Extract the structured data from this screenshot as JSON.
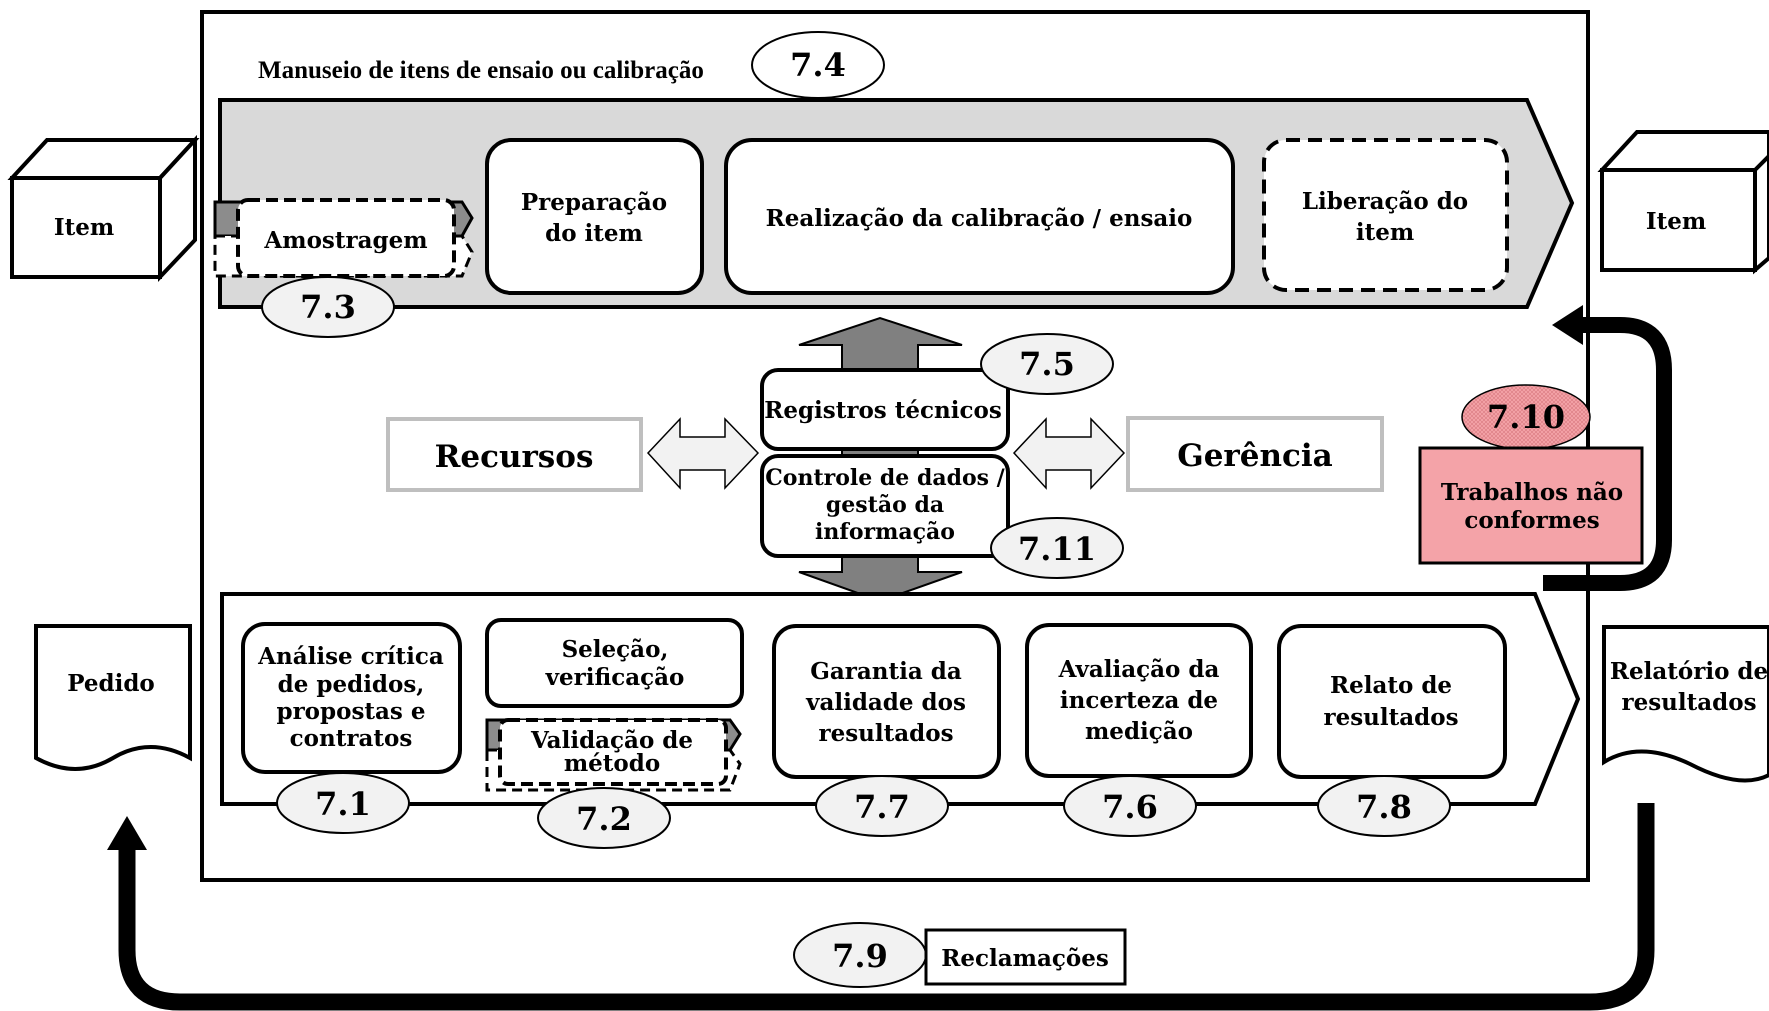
{
  "header": {
    "label": "Manuseio de itens de ensaio ou calibração",
    "badge": "7.4"
  },
  "io": {
    "item_in": "Item",
    "item_out": "Item",
    "pedido": "Pedido",
    "relatorio": [
      "Relatório de",
      "resultados"
    ]
  },
  "top_process": {
    "amostragem": {
      "label": "Amostragem",
      "badge": "7.3"
    },
    "preparacao": [
      "Preparação",
      "do item"
    ],
    "realizacao": "Realização da calibração / ensaio",
    "liberacao": [
      "Liberação do",
      "item"
    ]
  },
  "center": {
    "registros": {
      "label": "Registros técnicos",
      "badge": "7.5"
    },
    "controle": {
      "lines": [
        "Controle de dados /",
        "gestão da",
        "informação"
      ],
      "badge": "7.11"
    },
    "recursos": "Recursos",
    "gerencia": "Gerência"
  },
  "nonconforming": {
    "badge": "7.10",
    "lines": [
      "Trabalhos não",
      "conformes"
    ],
    "color": "#f4a3a8"
  },
  "bottom_process": {
    "analise": {
      "lines": [
        "Análise crítica",
        "de pedidos,",
        "propostas e",
        "contratos"
      ],
      "badge": "7.1"
    },
    "selecao": {
      "lines": [
        "Seleção,",
        "verificação"
      ]
    },
    "validacao": {
      "lines": [
        "Validação de",
        "método"
      ],
      "badge": "7.2"
    },
    "garantia": {
      "lines": [
        "Garantia da",
        "validade dos",
        "resultados"
      ],
      "badge": "7.7"
    },
    "avaliacao": {
      "lines": [
        "Avaliação da",
        "incerteza de",
        "medição"
      ],
      "badge": "7.6"
    },
    "relato": {
      "lines": [
        "Relato de",
        "resultados"
      ],
      "badge": "7.8"
    }
  },
  "complaints": {
    "badge": "7.9",
    "label": "Reclamações"
  }
}
